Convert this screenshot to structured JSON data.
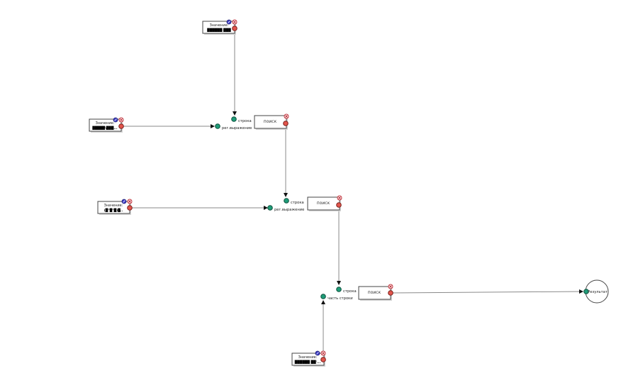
{
  "diagram": {
    "value_nodes": [
      {
        "id": "v1",
        "label": "Значение:",
        "value": "██████ ███"
      },
      {
        "id": "v2",
        "label": "Значение:",
        "value": "█████\\███..."
      },
      {
        "id": "v3",
        "label": "Значение:",
        "value": "(█\"█\"█)█.."
      },
      {
        "id": "v4",
        "label": "Значение:",
        "value": "██████ ██'..."
      }
    ],
    "func_nodes": [
      {
        "id": "f1",
        "title": "поиск",
        "ports": [
          "строка",
          "рег.выражение"
        ]
      },
      {
        "id": "f2",
        "title": "поиск",
        "ports": [
          "строка",
          "рег.выражение"
        ]
      },
      {
        "id": "f3",
        "title": "поиск",
        "ports": [
          "строка",
          "часть строки"
        ]
      }
    ],
    "result_node": {
      "id": "r1",
      "label": "Результат"
    },
    "icons": {
      "delete": "close-icon",
      "edit": "edit-icon"
    },
    "colors": {
      "input_port": "#1f9c78",
      "output_port": "#e2554c",
      "wire": "#8a8a8a"
    }
  }
}
